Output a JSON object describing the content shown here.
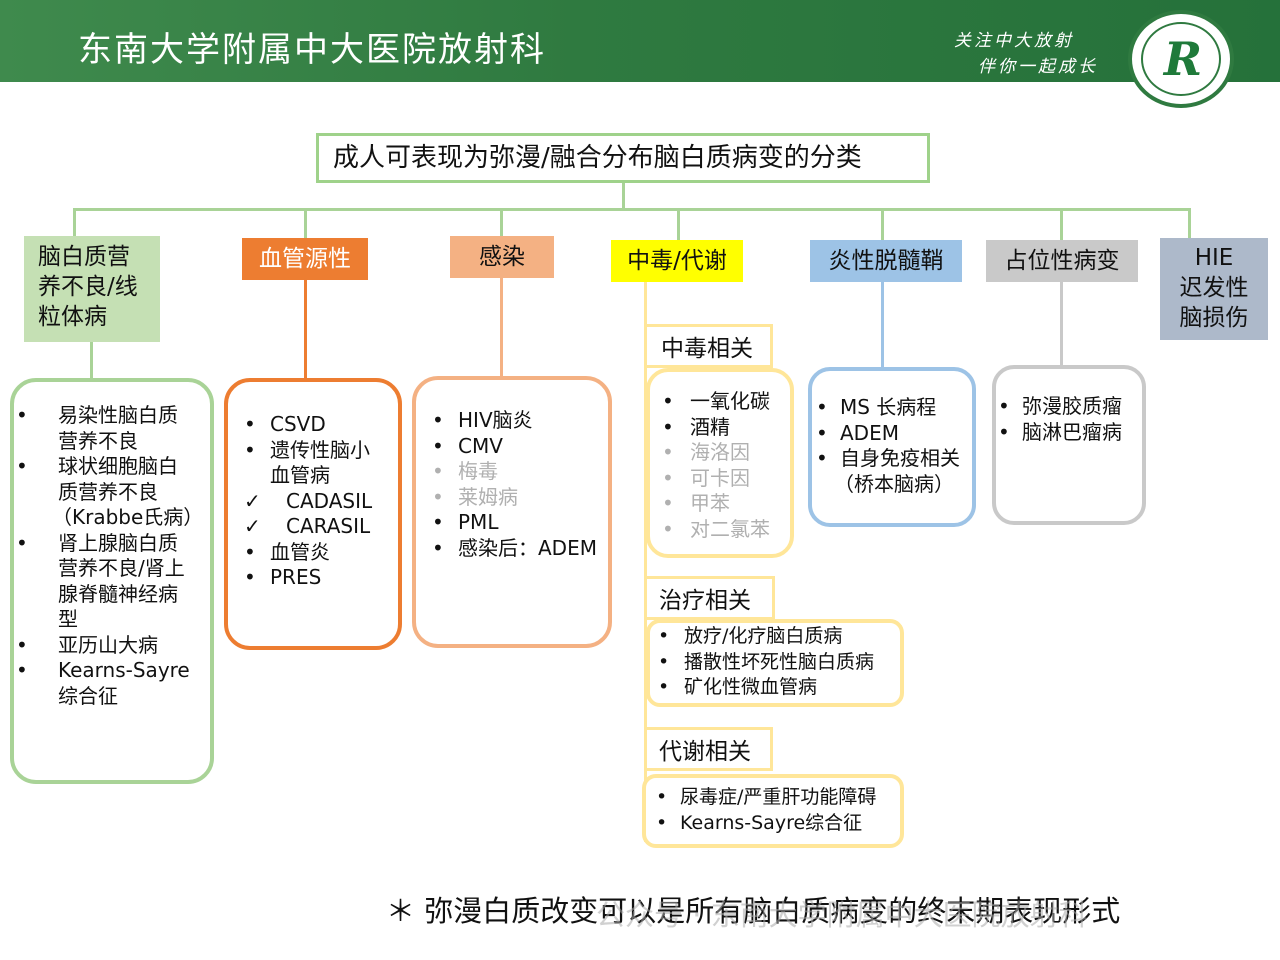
{
  "header": {
    "title": "东南大学附属中大医院放射科",
    "slogan_line1": "关注中大放射",
    "slogan_line2": "伴你一起成长",
    "logo_letter": "R"
  },
  "main_title": "成人可表现为弥漫/融合分布脑白质病变的分类",
  "colors": {
    "green": "#a9d397",
    "orange": "#ed7d31",
    "peach": "#f4b183",
    "yellow": "#ffff00",
    "yellow_light": "#ffe699",
    "blue": "#9dc3e6",
    "gray": "#c9c9c9",
    "slate": "#adb9ca"
  },
  "categories": {
    "leukodystrophy": {
      "label": [
        "脑白质营",
        "养不良/线",
        "粒体病"
      ],
      "items": [
        {
          "text": [
            "易染性脑白质",
            "营养不良"
          ]
        },
        {
          "text": [
            "球状细胞脑白",
            "质营养不良",
            "（Krabbe氏病）"
          ]
        },
        {
          "text": [
            "肾上腺脑白质",
            "营养不良/肾上",
            "腺脊髓神经病",
            "型"
          ]
        },
        {
          "text": [
            "亚历山大病"
          ]
        },
        {
          "text": [
            "Kearns-Sayre",
            "综合征"
          ]
        }
      ]
    },
    "vascular": {
      "label": "血管源性",
      "items": [
        {
          "bullet": "•",
          "text": [
            "CSVD"
          ]
        },
        {
          "bullet": "•",
          "text": [
            "遗传性脑小",
            "血管病"
          ]
        },
        {
          "bullet": "✓",
          "text": [
            "CADASIL"
          ],
          "indent": true
        },
        {
          "bullet": "✓",
          "text": [
            "CARASIL"
          ],
          "indent": true
        },
        {
          "bullet": "•",
          "text": [
            "血管炎"
          ]
        },
        {
          "bullet": "•",
          "text": [
            "PRES"
          ]
        }
      ]
    },
    "infection": {
      "label": "感染",
      "items": [
        {
          "text": "HIV脑炎",
          "dim": false
        },
        {
          "text": "CMV",
          "dim": false
        },
        {
          "text": "梅毒",
          "dim": true
        },
        {
          "text": "莱姆病",
          "dim": true
        },
        {
          "text": "PML",
          "dim": false
        },
        {
          "text": "感染后：ADEM",
          "dim": false
        }
      ]
    },
    "toxic": {
      "label": "中毒/代谢",
      "poison": {
        "title": "中毒相关",
        "items": [
          {
            "text": "一氧化碳",
            "dim": false
          },
          {
            "text": "酒精",
            "dim": false
          },
          {
            "text": "海洛因",
            "dim": true
          },
          {
            "text": "可卡因",
            "dim": true
          },
          {
            "text": "甲苯",
            "dim": true
          },
          {
            "text": "对二氯苯",
            "dim": true
          }
        ]
      },
      "treatment": {
        "title": "治疗相关",
        "items": [
          "放疗/化疗脑白质病",
          "播散性坏死性脑白质病",
          "矿化性微血管病"
        ]
      },
      "metabolic": {
        "title": "代谢相关",
        "items": [
          "尿毒症/严重肝功能障碍",
          "Kearns-Sayre综合征"
        ]
      }
    },
    "demyelinating": {
      "label": "炎性脱髓鞘",
      "items": [
        {
          "text": [
            "MS 长病程"
          ]
        },
        {
          "text": [
            "ADEM"
          ]
        },
        {
          "text": [
            "自身免疫相关",
            "（桥本脑病）"
          ]
        }
      ]
    },
    "space_occupying": {
      "label": "占位性病变",
      "items": [
        "弥漫胶质瘤",
        "脑淋巴瘤病"
      ]
    },
    "hie": {
      "label": [
        "HIE",
        "迟发性",
        "脑损伤"
      ]
    }
  },
  "footnote": "＊ 弥漫白质改变可以是所有脑白质病变的终末期表现形式",
  "watermark": "公众号 · 东南大学附属中大医院放射科"
}
